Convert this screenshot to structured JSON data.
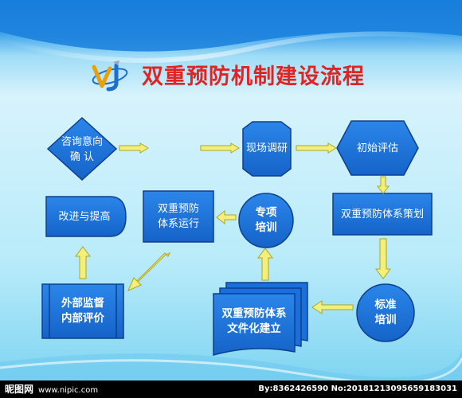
{
  "title": "双重预防机制建设流程",
  "logo_icon": "vj-logo-icon",
  "nodes": {
    "consult": [
      "咨询意向",
      "确 认"
    ],
    "survey": [
      "现场调研"
    ],
    "initial": [
      "初始评估"
    ],
    "plan": [
      "双重预防体系策划"
    ],
    "training": [
      "标准",
      "培训"
    ],
    "docs": [
      "双重预防体系",
      "文件化建立"
    ],
    "special": [
      "专项",
      "培训"
    ],
    "run": [
      "双重预防",
      "体系运行"
    ],
    "evaluate": [
      "外部监督",
      "内部评价"
    ],
    "improve": [
      "改进与提高"
    ]
  },
  "footer": {
    "site_name": "昵图网",
    "site_url": "www.nipic.com",
    "ids": "By:8362426590 No:20181213095659183031"
  },
  "colors": {
    "title": "#e02323",
    "node_fill": "#1a6fd9",
    "node_stroke": "#0d3f8f",
    "arrow_fill": "#f2f07a",
    "arrow_stroke": "#b0a620"
  }
}
